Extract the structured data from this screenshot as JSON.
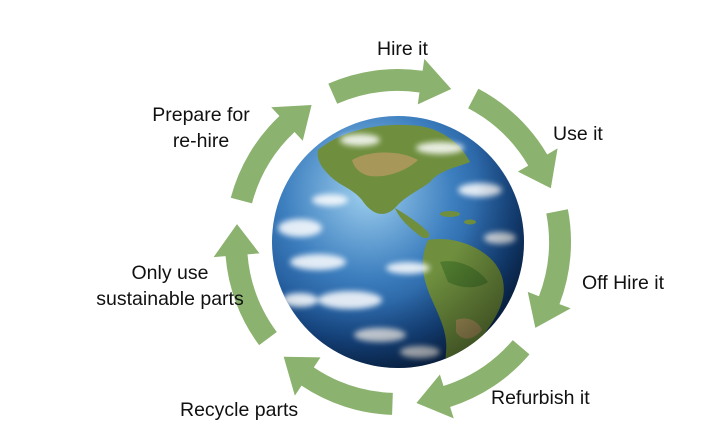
{
  "diagram": {
    "steps": [
      {
        "id": "hire",
        "lines": [
          "Hire it"
        ]
      },
      {
        "id": "use",
        "lines": [
          "Use it"
        ]
      },
      {
        "id": "off-hire",
        "lines": [
          "Off Hire it"
        ]
      },
      {
        "id": "refurbish",
        "lines": [
          "Refurbish it"
        ]
      },
      {
        "id": "recycle",
        "lines": [
          "Recycle parts"
        ]
      },
      {
        "id": "sustainable",
        "lines": [
          "Only use",
          "sustainable parts"
        ]
      },
      {
        "id": "prepare",
        "lines": [
          "Prepare for",
          "re-hire"
        ]
      }
    ],
    "colors": {
      "arrow": "#8bb26e",
      "ocean_light": "#7fb6de",
      "ocean_dark": "#123f7a",
      "land_green": "#6f8f3e",
      "land_tan": "#b59a62",
      "cloud": "#ffffff"
    },
    "center_image": "earth-globe"
  }
}
